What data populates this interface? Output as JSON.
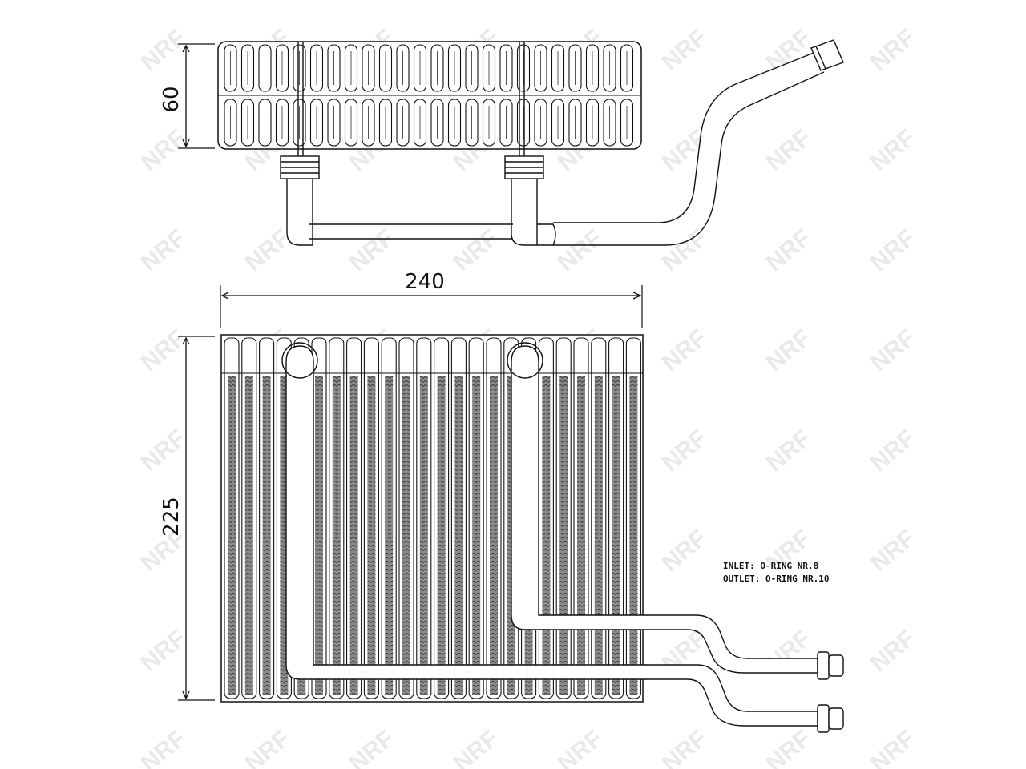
{
  "dimensions": {
    "height_top_view": "60",
    "width": "240",
    "height_front_view": "225"
  },
  "notes": {
    "inlet": "INLET: O-RING NR.8",
    "outlet": "OUTLET: O-RING NR.10"
  },
  "watermark": {
    "text": "NRF"
  },
  "colors": {
    "line": "#111111",
    "fin_dark": "#6f6f6f",
    "fin_light": "#d9d9d9",
    "pipe_fill": "#ffffff",
    "watermark": "#cfcfcf"
  }
}
